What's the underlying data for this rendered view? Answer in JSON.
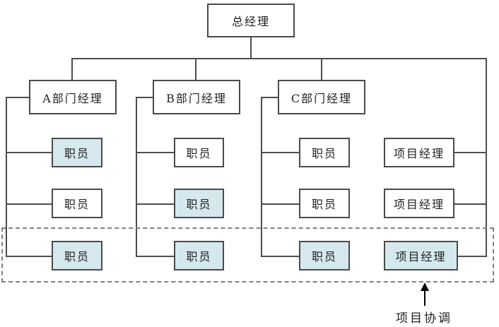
{
  "chart": {
    "root": {
      "label": "总经理"
    },
    "departments": [
      {
        "label": "A部门经理",
        "staff": [
          {
            "label": "职员",
            "highlighted": true
          },
          {
            "label": "职员",
            "highlighted": false
          },
          {
            "label": "职员",
            "highlighted": true
          }
        ]
      },
      {
        "label": "B部门经理",
        "staff": [
          {
            "label": "职员",
            "highlighted": false
          },
          {
            "label": "职员",
            "highlighted": true
          },
          {
            "label": "职员",
            "highlighted": true
          }
        ]
      },
      {
        "label": "C部门经理",
        "staff": [
          {
            "label": "职员",
            "highlighted": false
          },
          {
            "label": "职员",
            "highlighted": false
          },
          {
            "label": "职员",
            "highlighted": true
          }
        ]
      }
    ],
    "project_managers": [
      {
        "label": "项目经理",
        "highlighted": false
      },
      {
        "label": "项目经理",
        "highlighted": false
      },
      {
        "label": "项目经理",
        "highlighted": true
      }
    ],
    "annotation": {
      "label": "项目协调"
    },
    "colors": {
      "background": "#ffffff",
      "highlight_fill": "#d4e8ee",
      "plain_fill": "#ffffff",
      "box_border": "#4a4a4a",
      "line": "#4d4d4d",
      "dashed_border": "#808080",
      "arrow": "#000000",
      "text": "#1f1f1f"
    }
  }
}
